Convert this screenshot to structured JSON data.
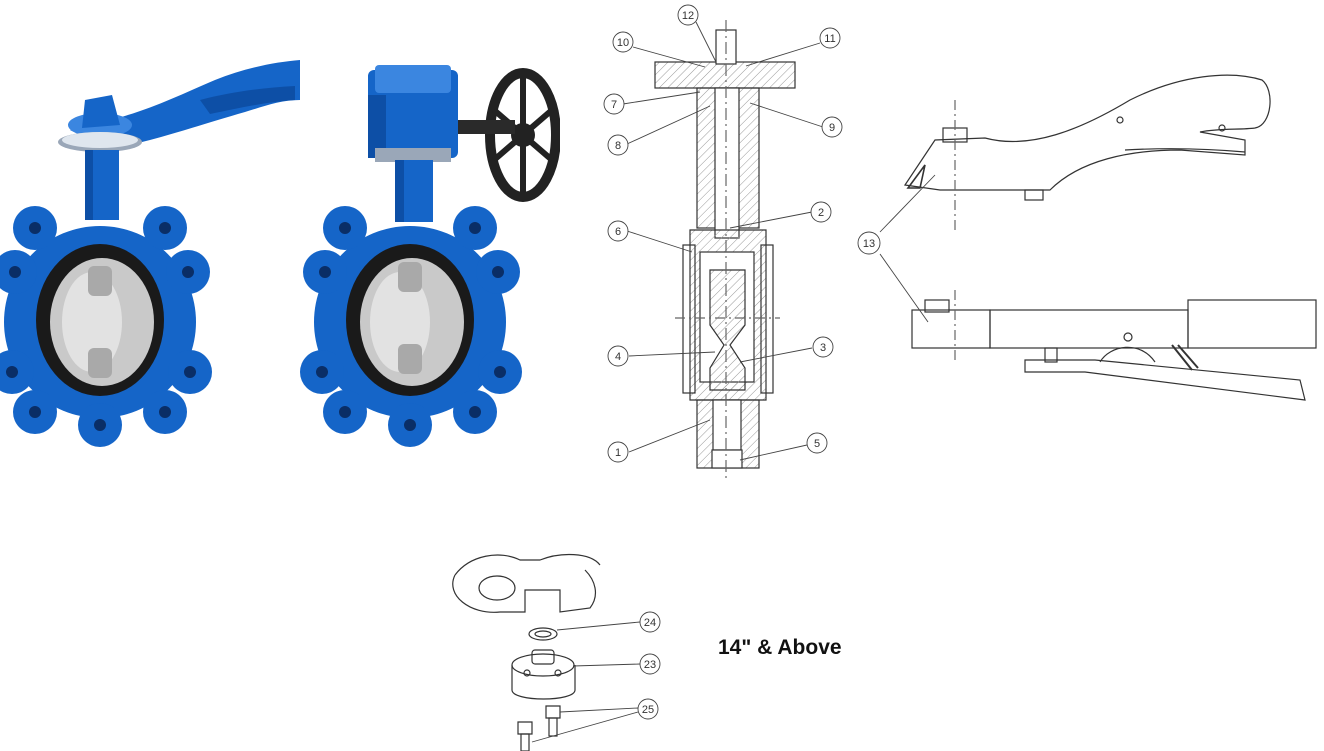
{
  "photos": [
    {
      "name": "lever-operated-valve",
      "colors": {
        "body": "#1565c8",
        "seat": "#1a1a1a",
        "disc": "#c9c9c9"
      }
    },
    {
      "name": "gear-operated-valve",
      "colors": {
        "body": "#1565c8",
        "handwheel": "#222222"
      }
    }
  ],
  "section_view": {
    "callouts": [
      "12",
      "10",
      "11",
      "7",
      "9",
      "8",
      "2",
      "6",
      "4",
      "3",
      "1",
      "5"
    ]
  },
  "handle_view": {
    "callouts": [
      "13"
    ]
  },
  "bottom_view": {
    "callouts": [
      "24",
      "23",
      "25"
    ],
    "caption": "14\" & Above"
  },
  "icons": [
    "valve-photo-icon",
    "cross-section-drawing",
    "handle-drawing",
    "bottom-plug-drawing"
  ]
}
